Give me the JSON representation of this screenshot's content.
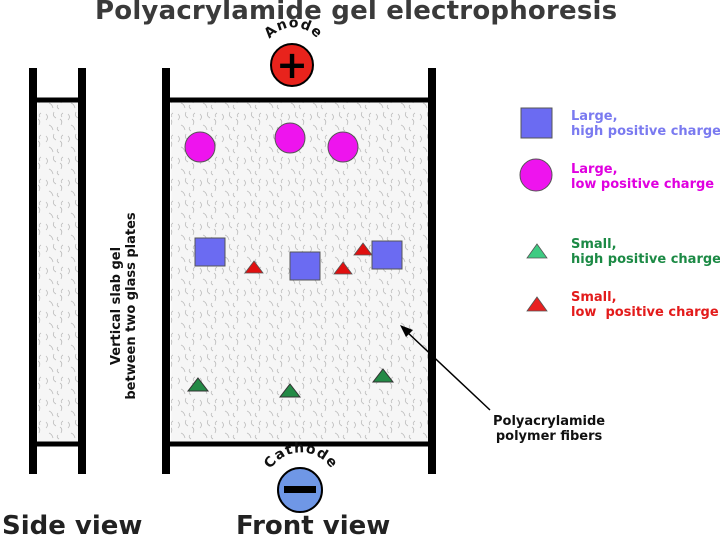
{
  "title": "Polyacrylamide gel electrophoresis",
  "anode": {
    "label": "Anode",
    "symbol": "+"
  },
  "cathode": {
    "label": "Cathode",
    "symbol": "−"
  },
  "side_view_label": "Side view",
  "front_view_label": "Front view",
  "slab_caption": {
    "line1": "Vertical slab gel",
    "line2": "between two glass plates"
  },
  "legend": [
    {
      "shape": "square",
      "color": "#6b6bf2",
      "line1": "Large,",
      "line2": "high positive charge"
    },
    {
      "shape": "circle",
      "color": "#ee14ee",
      "line1": "Large,",
      "line2": "low positive charge"
    },
    {
      "shape": "triangle",
      "color": "#3ecb82",
      "line1": "Small,",
      "line2": "high positive charge"
    },
    {
      "shape": "triangle",
      "color": "#e82020",
      "line1": "Small,",
      "line2": "low  positive charge"
    }
  ],
  "fibers_label": {
    "line1": "Polyacrylamide",
    "line2": "polymer fibers"
  },
  "colors": {
    "plate": "#000000",
    "gel_fill": "#f4f4f4",
    "anode_fill": "#e8231c",
    "cathode_fill": "#6f97e6",
    "large_high_square": "#6b6bf2",
    "large_low_circle": "#ee14ee",
    "small_high_triangle": "#238a46",
    "small_low_triangle": "#e01010"
  }
}
